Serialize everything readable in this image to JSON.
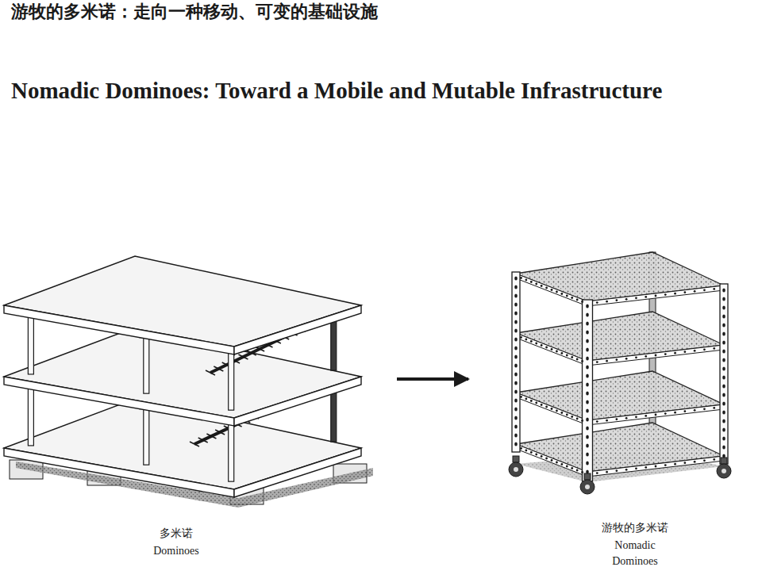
{
  "diagram": {
    "title": "游牧的多米诺：走向一种移动、可变的基础设施",
    "labels": [
      "Nomadic Dominoes: Toward a Mobile and Mutable Infrastructure",
      "多米诺",
      "Dominoes",
      "游牧的多米诺",
      "Nomadic Dominoes"
    ]
  }
}
